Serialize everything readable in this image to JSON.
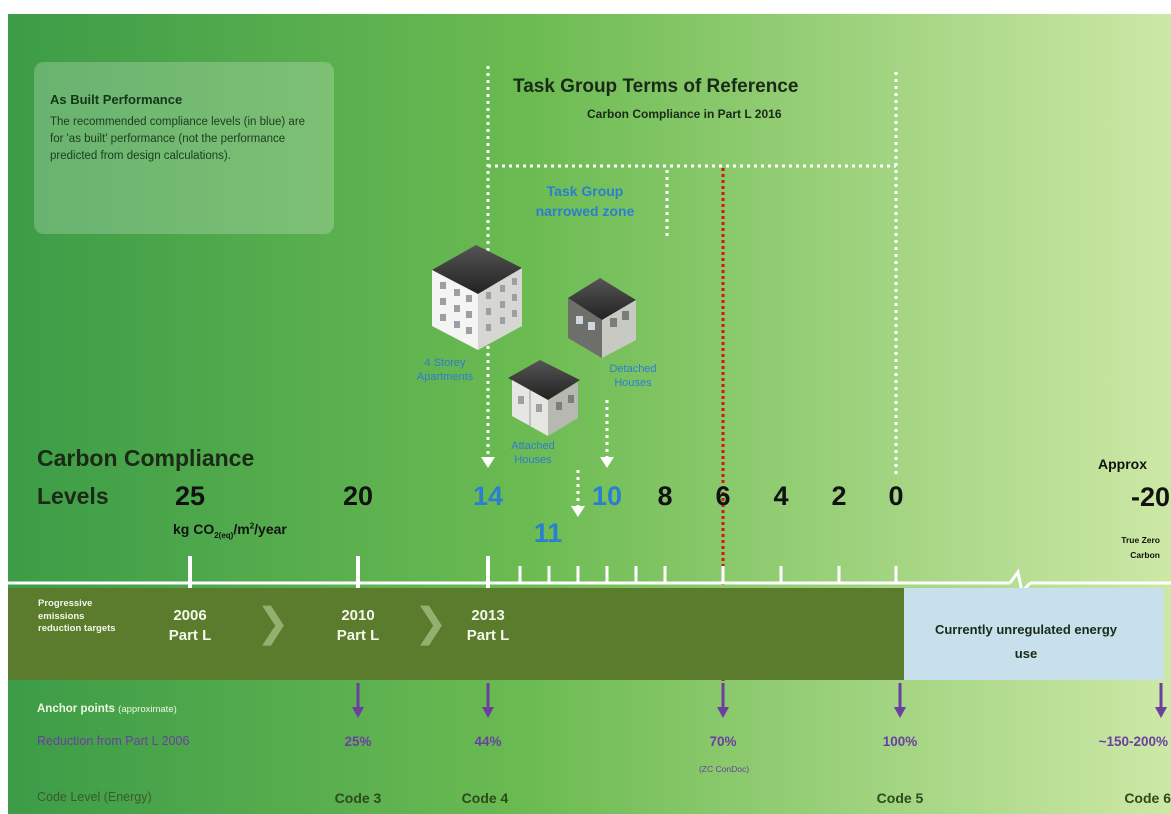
{
  "info_box": {
    "title": "As Built Performance",
    "body": "The recommended compliance levels (in blue) are for 'as built' performance (not the performance predicted from design calculations)."
  },
  "task_group": {
    "title": "Task Group Terms of Reference",
    "subtitle": "Carbon Compliance in Part L 2016",
    "zone_label": "Task Group narrowed zone"
  },
  "buildings": {
    "apartments": "4 Storey Apartments",
    "detached": "Detached Houses",
    "attached": "Attached Houses"
  },
  "carbon_compliance": {
    "title": "Carbon Compliance",
    "levels_label": "Levels",
    "units_main": "kg CO",
    "units_sub": "2(eq)",
    "units_mid": "/m",
    "units_sup": "2",
    "units_end": "/year",
    "levels": [
      "25",
      "20",
      "14",
      "11",
      "10",
      "8",
      "6",
      "4",
      "2",
      "0"
    ],
    "approx_label": "Approx",
    "approx_value": "-20",
    "true_zero": "True Zero Carbon"
  },
  "band": {
    "left_label": "Progressive emissions reduction targets",
    "parts": [
      {
        "year": "2006",
        "name": "Part L"
      },
      {
        "year": "2010",
        "name": "Part L"
      },
      {
        "year": "2013",
        "name": "Part L"
      }
    ],
    "unregulated": "Currently unregulated energy use"
  },
  "anchor": {
    "title": "Anchor points",
    "note": "(approximate)",
    "reduction_label": "Reduction from Part L 2006",
    "reductions": [
      "25%",
      "44%",
      "70%",
      "100%",
      "~150-200%"
    ],
    "reduction_note": "(ZC ConDoc)",
    "code_label": "Code Level (Energy)",
    "codes": [
      "Code 3",
      "Code 4",
      "Code 5",
      "Code 6"
    ]
  },
  "colors": {
    "background_start": "#3a9a4a",
    "background_end": "#c9e49c",
    "band": "#5a7c2c",
    "unregulated": "#c7e0ec",
    "blue_text": "#2a7fd0",
    "purple": "#6a3fa0",
    "red_dotted": "#d01818"
  }
}
